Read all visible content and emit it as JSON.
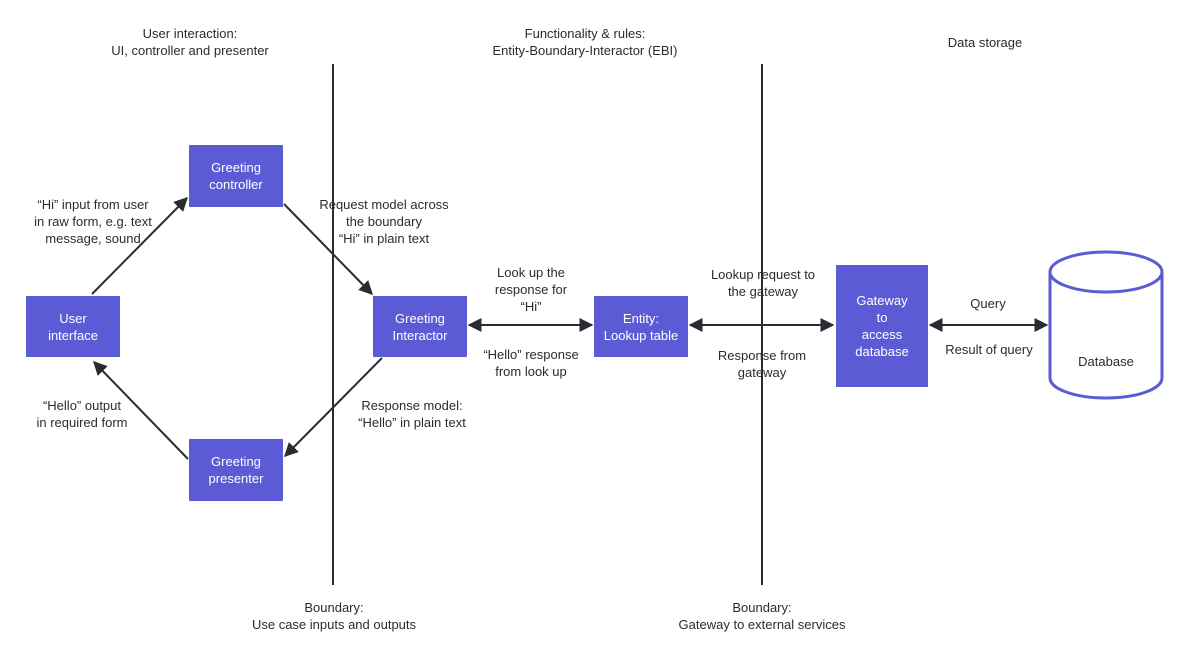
{
  "headings": {
    "left": "User interaction:\nUI, controller and presenter",
    "middle": "Functionality & rules:\nEntity-Boundary-Interactor (EBI)",
    "right": "Data storage"
  },
  "boundaries": {
    "left": "Boundary:\nUse case inputs and outputs",
    "right": "Boundary:\nGateway to external services"
  },
  "boxes": {
    "user_interface": "User\ninterface",
    "greeting_controller": "Greeting\ncontroller",
    "greeting_presenter": "Greeting\npresenter",
    "greeting_interactor": "Greeting\nInteractor",
    "entity": "Entity:\nLookup table",
    "gateway": "Gateway\nto\naccess\ndatabase"
  },
  "database": "Database",
  "edge_labels": {
    "hi_input": "“Hi” input from user\nin raw form, e.g. text\nmessage, sound",
    "hello_output": "“Hello” output\nin required form",
    "request_model": "Request model across\nthe boundary\n“Hi” in plain text",
    "response_model": "Response model:\n“Hello” in plain text",
    "lookup_hi": "Look up the\nresponse for\n“Hi”",
    "hello_response": "“Hello” response\nfrom look up",
    "lookup_request": "Lookup request to\nthe gateway",
    "response_gateway": "Response from\ngateway",
    "query": "Query",
    "result_query": "Result of query"
  },
  "colors": {
    "box_fill": "#5b5bd6",
    "box_text": "#ffffff",
    "db_stroke": "#5b5bd6",
    "line": "#2b2b33"
  }
}
